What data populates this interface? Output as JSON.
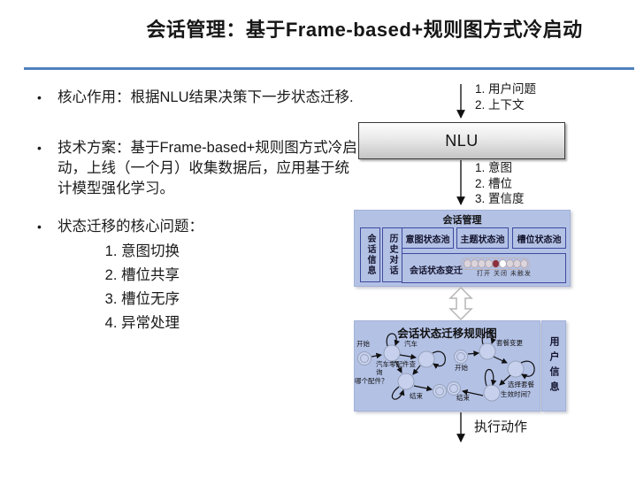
{
  "slide": {
    "title": "会话管理：基于Frame-based+规则图方式冷启动"
  },
  "colors": {
    "accent_line": "#4f81bd",
    "box_blue": "#b3c1e5",
    "state_open": "#8c2f3f",
    "state_closed": "#ffffff",
    "state_untriggered": "#dcd5dc"
  },
  "bullets": {
    "item1": "核心作用：根据NLU结果决策下一步状态迁移.",
    "item2": "技术方案：基于Frame-based+规则图方式冷启动，上线（一个月）收集数据后，应用基于统计模型强化学习。",
    "item3_head": "状态迁移的核心问题：",
    "item3_list": [
      "意图切换",
      "槽位共享",
      "槽位无序",
      "异常处理"
    ]
  },
  "flow": {
    "nlu_label": "NLU",
    "input_line1": "1.  用户问题",
    "input_line2": "2.  上下文",
    "output_line1": "1.  意图",
    "output_line2": "2.  槽位",
    "output_line3": "3.  置信度",
    "action_label": "执行动作"
  },
  "session": {
    "title": "会话管理",
    "col1": "会话信息",
    "col2": "历史对话",
    "pool1": "意图状态池",
    "pool2": "主题状态池",
    "pool3": "槽位状态池",
    "transition": "会话状态变迁",
    "legend": "打开  关闭  未触发"
  },
  "rulegraph": {
    "title": "会话状态迁移规则图",
    "user_info": "用户信息",
    "left": {
      "start": "开始",
      "car": "汽车",
      "query1": "汽车零配件查",
      "query2": "询",
      "which": "哪个配件？",
      "end": "结束"
    },
    "right": {
      "start": "开始",
      "change": "套餐变更",
      "select": "选择套餐",
      "time": "生效时间？",
      "end": "结束"
    }
  }
}
